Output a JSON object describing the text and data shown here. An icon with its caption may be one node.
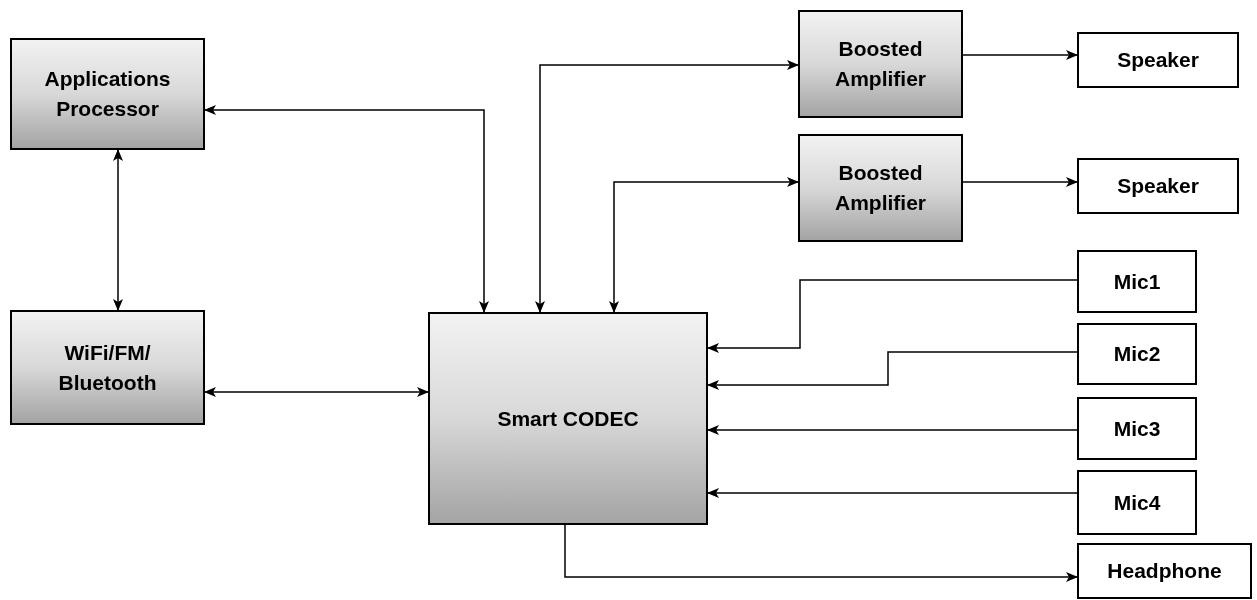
{
  "diagram": {
    "nodes": [
      {
        "text": [
          "Applications Processor"
        ]
      },
      {
        "text": [
          "WiFi/FM/ Bluetooth"
        ]
      },
      {
        "text": [
          "Smart CODEC"
        ]
      },
      {
        "text": [
          "Boosted Amplifier"
        ]
      },
      {
        "text": [
          "Boosted Amplifier"
        ]
      },
      {
        "text": [
          "Speaker"
        ]
      },
      {
        "text": [
          "Speaker"
        ]
      },
      {
        "text": [
          "Mic1"
        ]
      },
      {
        "text": [
          "Mic2"
        ]
      },
      {
        "text": [
          "Mic3"
        ]
      },
      {
        "text": [
          "Mic4"
        ]
      },
      {
        "text": [
          "Headphone"
        ]
      }
    ],
    "edges": [
      {
        "from": 0,
        "to": 2,
        "arrow": "both"
      },
      {
        "from": 0,
        "to": 1,
        "arrow": "both"
      },
      {
        "from": 1,
        "to": 2,
        "arrow": "both"
      },
      {
        "from": 2,
        "to": 3,
        "arrow": "both"
      },
      {
        "from": 2,
        "to": 4,
        "arrow": "both"
      },
      {
        "from": 3,
        "to": 5,
        "arrow": "to"
      },
      {
        "from": 4,
        "to": 6,
        "arrow": "to"
      },
      {
        "from": 7,
        "to": 2,
        "arrow": "to"
      },
      {
        "from": 8,
        "to": 2,
        "arrow": "to"
      },
      {
        "from": 9,
        "to": 2,
        "arrow": "to"
      },
      {
        "from": 10,
        "to": 2,
        "arrow": "to"
      },
      {
        "from": 2,
        "to": 11,
        "arrow": "to"
      }
    ]
  }
}
